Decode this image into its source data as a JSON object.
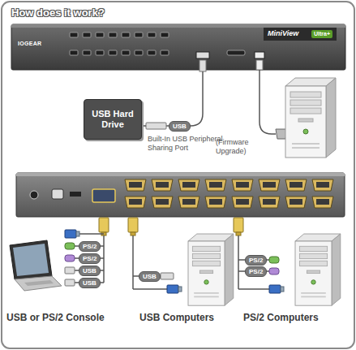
{
  "diagram": {
    "title": "How does it work?",
    "nodes": [
      {
        "text": [
          "USB Hard Drive"
        ]
      }
    ],
    "labels": [
      "IOGEAR",
      "MiniView",
      "Ultra+",
      "USB",
      "Built-In USB Peripheral Sharing Port",
      "(Firmware Upgrade)",
      "PS/2",
      "PS/2",
      "USB",
      "USB",
      "USB",
      "PS/2",
      "PS/2",
      "USB or PS/2 Console",
      "USB Computers",
      "PS/2 Computers"
    ]
  }
}
